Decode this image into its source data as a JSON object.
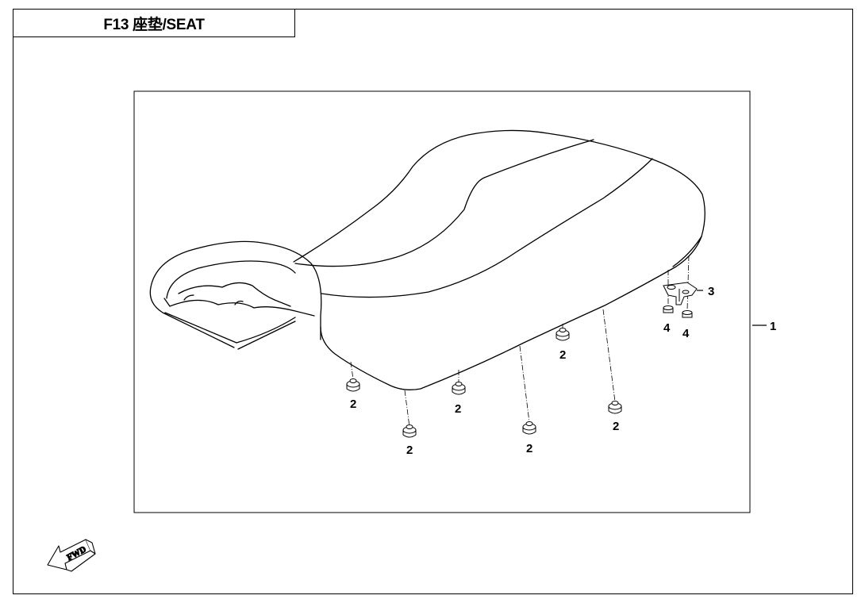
{
  "title": "F13 座垫/SEAT",
  "callouts": {
    "seat": "1",
    "grommet": "2",
    "latch": "3",
    "nut": "4"
  },
  "fwd_label": "FWD"
}
